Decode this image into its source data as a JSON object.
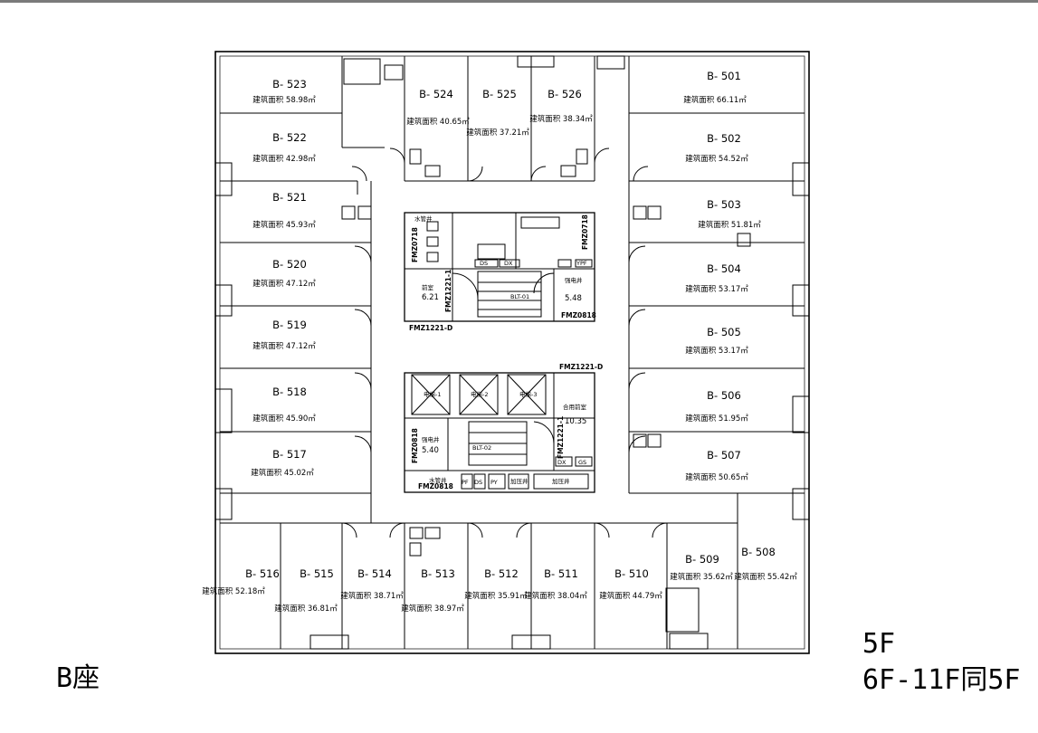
{
  "labels": {
    "seat": "B座",
    "floor_main": "5F",
    "floor_note": "6F-11F同5F"
  },
  "area_prefix": "建筑面积",
  "area_unit": "㎡",
  "rooms": [
    {
      "id": "B- 501",
      "area": "66.11"
    },
    {
      "id": "B- 502",
      "area": "54.52"
    },
    {
      "id": "B- 503",
      "area": "51.81"
    },
    {
      "id": "B- 504",
      "area": "53.17"
    },
    {
      "id": "B- 505",
      "area": "53.17"
    },
    {
      "id": "B- 506",
      "area": "51.95"
    },
    {
      "id": "B- 507",
      "area": "50.65"
    },
    {
      "id": "B- 508",
      "area": "55.42"
    },
    {
      "id": "B- 509",
      "area": "35.62"
    },
    {
      "id": "B- 510",
      "area": "44.79"
    },
    {
      "id": "B- 511",
      "area": "38.04"
    },
    {
      "id": "B- 512",
      "area": "35.91"
    },
    {
      "id": "B- 513",
      "area": "38.97"
    },
    {
      "id": "B- 514",
      "area": "38.71"
    },
    {
      "id": "B- 515",
      "area": "36.81"
    },
    {
      "id": "B- 516",
      "area": "52.18"
    },
    {
      "id": "B- 517",
      "area": "45.02"
    },
    {
      "id": "B- 518",
      "area": "45.90"
    },
    {
      "id": "B- 519",
      "area": "47.12"
    },
    {
      "id": "B- 520",
      "area": "47.12"
    },
    {
      "id": "B- 521",
      "area": "45.93"
    },
    {
      "id": "B- 522",
      "area": "42.98"
    },
    {
      "id": "B- 523",
      "area": "58.98"
    },
    {
      "id": "B- 524",
      "area": "40.65"
    },
    {
      "id": "B- 525",
      "area": "37.21"
    },
    {
      "id": "B- 526",
      "area": "38.34"
    }
  ],
  "core_labels": {
    "shaft_left": "水管井",
    "room_621_name": "前室",
    "room_621_area": "6.21",
    "elec_upper_name": "强电井",
    "elec_upper_area": "5.48",
    "shared_hall_name": "合用前室",
    "shared_hall_area": "10.35",
    "elec_lower_name": "强电井",
    "elec_lower_area": "5.40",
    "water_shaft_lower": "水管井",
    "pipe_shaft": "加压井",
    "pipe_shaft_2": "加压井"
  },
  "tags": {
    "ds": "DS",
    "dx": "DX",
    "gs": "GS",
    "pf": "PF",
    "ypf": "YPF",
    "py": "PY",
    "blt01": "BLT-01",
    "blt02": "BLT-02",
    "lift1": "电梯-1",
    "lift2": "电梯-2",
    "lift3": "电梯-3",
    "fmz0718_l": "FMZ0718",
    "fmz0718_r": "FMZ0718",
    "fmz1221_up": "FMZ1221-D",
    "fmz1221_dn": "FMZ1221-D",
    "fmz1221_v": "FMZ1221-1",
    "fmz1221_v2": "FMZ1221-1",
    "fmz0818_up": "FMZ0818",
    "fmz0818_dn": "FMZ0818",
    "fmz0818_v": "FMZ0818"
  }
}
